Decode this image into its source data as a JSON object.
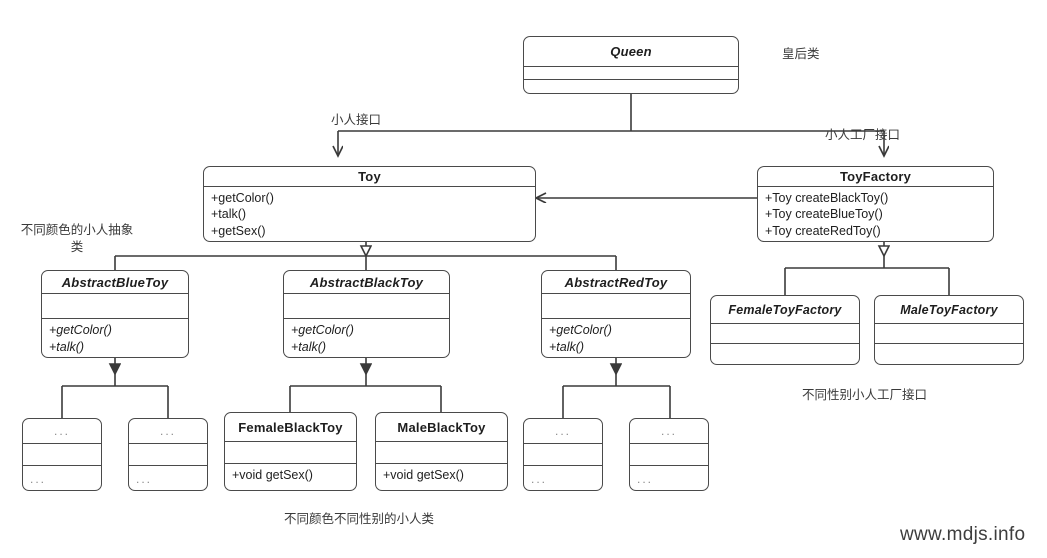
{
  "diagram": {
    "kind": "uml-class-diagram",
    "watermark": "www.mdjs.info",
    "stroke_color": "#4a4a4a",
    "text_color": "#1e1e1e",
    "note_color": "#3a3a3a",
    "placeholder_glyph": "..."
  },
  "classes": {
    "queen": {
      "name": "Queen",
      "style": "abstract",
      "attributes": [],
      "operations": []
    },
    "toy": {
      "name": "Toy",
      "style": "interface",
      "attributes": [],
      "operations": [
        "+getColor()",
        "+talk()",
        "+getSex()"
      ]
    },
    "toy_factory": {
      "name": "ToyFactory",
      "style": "interface",
      "attributes": [],
      "operations": [
        "+Toy createBlackToy()",
        "+Toy createBlueToy()",
        "+Toy createRedToy()"
      ]
    },
    "abstract_blue_toy": {
      "name": "AbstractBlueToy",
      "style": "abstract",
      "attributes": [],
      "operations": [
        "+getColor()",
        "+talk()"
      ]
    },
    "abstract_black_toy": {
      "name": "AbstractBlackToy",
      "style": "abstract",
      "attributes": [],
      "operations": [
        "+getColor()",
        "+talk()"
      ]
    },
    "abstract_red_toy": {
      "name": "AbstractRedToy",
      "style": "abstract",
      "attributes": [],
      "operations": [
        "+getColor()",
        "+talk()"
      ]
    },
    "female_toy_factory": {
      "name": "FemaleToyFactory",
      "style": "abstract",
      "attributes": [],
      "operations": []
    },
    "male_toy_factory": {
      "name": "MaleToyFactory",
      "style": "abstract",
      "attributes": [],
      "operations": []
    },
    "blue_placeholder_1": {
      "name": "...",
      "style": "placeholder",
      "attributes": [],
      "operations": [
        "..."
      ]
    },
    "blue_placeholder_2": {
      "name": "...",
      "style": "placeholder",
      "attributes": [],
      "operations": [
        "..."
      ]
    },
    "female_black_toy": {
      "name": "FemaleBlackToy",
      "style": "concrete",
      "attributes": [],
      "operations": [
        "+void getSex()"
      ]
    },
    "male_black_toy": {
      "name": "MaleBlackToy",
      "style": "concrete",
      "attributes": [],
      "operations": [
        "+void getSex()"
      ]
    },
    "red_placeholder_1": {
      "name": "...",
      "style": "placeholder",
      "attributes": [],
      "operations": [
        "..."
      ]
    },
    "red_placeholder_2": {
      "name": "...",
      "style": "placeholder",
      "attributes": [],
      "operations": [
        "..."
      ]
    }
  },
  "annotations": {
    "queen_note": "皇后类",
    "toy_interface_note": "小人接口",
    "toy_factory_interface_note": "小人工厂接口",
    "abstract_color_note": "不同颜色的小人抽象类",
    "concrete_toys_note": "不同颜色不同性别的小人类",
    "gender_factory_note": "不同性别小人工厂接口"
  },
  "relationships": [
    {
      "from": "queen",
      "to": "toy",
      "type": "dependency"
    },
    {
      "from": "queen",
      "to": "toy_factory",
      "type": "dependency"
    },
    {
      "from": "toy_factory",
      "to": "toy",
      "type": "dependency"
    },
    {
      "from": "abstract_blue_toy",
      "to": "toy",
      "type": "generalization"
    },
    {
      "from": "abstract_black_toy",
      "to": "toy",
      "type": "generalization"
    },
    {
      "from": "abstract_red_toy",
      "to": "toy",
      "type": "generalization"
    },
    {
      "from": "female_toy_factory",
      "to": "toy_factory",
      "type": "generalization"
    },
    {
      "from": "male_toy_factory",
      "to": "toy_factory",
      "type": "generalization"
    },
    {
      "from": "blue_placeholder_1",
      "to": "abstract_blue_toy",
      "type": "generalization"
    },
    {
      "from": "blue_placeholder_2",
      "to": "abstract_blue_toy",
      "type": "generalization"
    },
    {
      "from": "female_black_toy",
      "to": "abstract_black_toy",
      "type": "generalization"
    },
    {
      "from": "male_black_toy",
      "to": "abstract_black_toy",
      "type": "generalization"
    },
    {
      "from": "red_placeholder_1",
      "to": "abstract_red_toy",
      "type": "generalization"
    },
    {
      "from": "red_placeholder_2",
      "to": "abstract_red_toy",
      "type": "generalization"
    }
  ]
}
